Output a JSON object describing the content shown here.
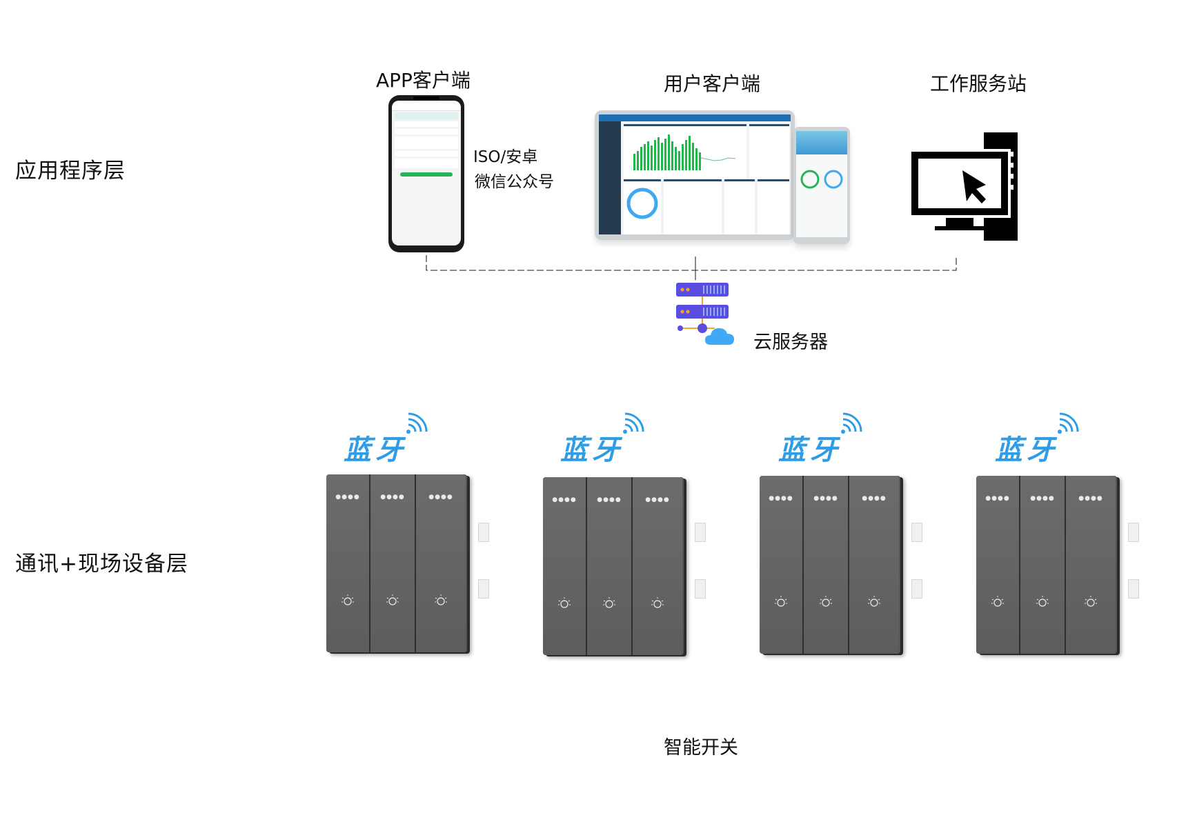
{
  "layers": {
    "application": "应用程序层",
    "device": "通讯+现场设备层"
  },
  "nodes": {
    "app_client": "APP客户端",
    "user_client": "用户客户端",
    "workstation": "工作服务站",
    "os_line1": "ISO/安卓",
    "os_line2": "微信公众号",
    "cloud_server": "云服务器"
  },
  "devices": {
    "bluetooth_label": "蓝牙",
    "switch_count": 4,
    "caption": "智能开关"
  },
  "colors": {
    "bluetooth_blue": "#2f9de4",
    "switch_gray": "#5b5d5f",
    "server_purple": "#5b4de0",
    "server_orange": "#f5a623",
    "cloud_blue": "#3fa9f5"
  }
}
